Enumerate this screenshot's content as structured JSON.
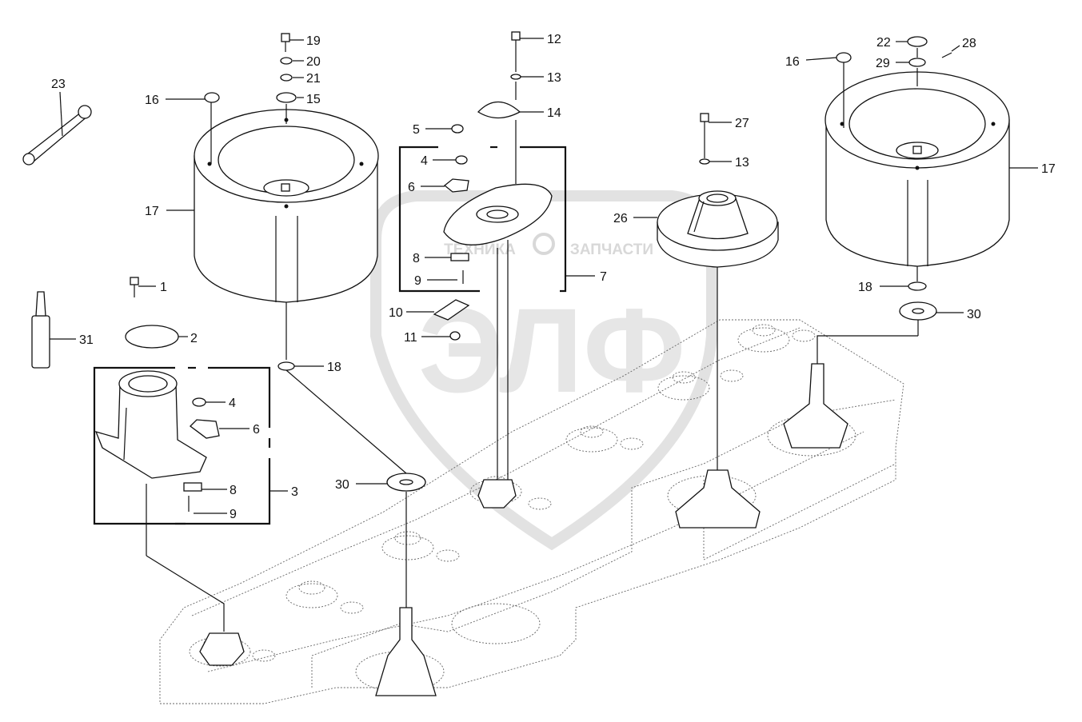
{
  "watermark": {
    "logo_letters": "ЭЛФ",
    "word_left": "ТЕХНИКА",
    "word_right": "ЗАПЧАСТИ"
  },
  "callouts": [
    {
      "id": "c19",
      "text": "19"
    },
    {
      "id": "c20",
      "text": "20"
    },
    {
      "id": "c21",
      "text": "21"
    },
    {
      "id": "c15",
      "text": "15"
    },
    {
      "id": "c16a",
      "text": "16"
    },
    {
      "id": "c17a",
      "text": "17"
    },
    {
      "id": "c23",
      "text": "23"
    },
    {
      "id": "c1",
      "text": "1"
    },
    {
      "id": "c2",
      "text": "2"
    },
    {
      "id": "c31",
      "text": "31"
    },
    {
      "id": "c4a",
      "text": "4"
    },
    {
      "id": "c6a",
      "text": "6"
    },
    {
      "id": "c8a",
      "text": "8"
    },
    {
      "id": "c3",
      "text": "3"
    },
    {
      "id": "c9a",
      "text": "9"
    },
    {
      "id": "c18a",
      "text": "18"
    },
    {
      "id": "c30a",
      "text": "30"
    },
    {
      "id": "c12",
      "text": "12"
    },
    {
      "id": "c13a",
      "text": "13"
    },
    {
      "id": "c14",
      "text": "14"
    },
    {
      "id": "c5",
      "text": "5"
    },
    {
      "id": "c4b",
      "text": "4"
    },
    {
      "id": "c6b",
      "text": "6"
    },
    {
      "id": "c8b",
      "text": "8"
    },
    {
      "id": "c9b",
      "text": "9"
    },
    {
      "id": "c7",
      "text": "7"
    },
    {
      "id": "c10",
      "text": "10"
    },
    {
      "id": "c11",
      "text": "11"
    },
    {
      "id": "c27",
      "text": "27"
    },
    {
      "id": "c13b",
      "text": "13"
    },
    {
      "id": "c26",
      "text": "26"
    },
    {
      "id": "c22",
      "text": "22"
    },
    {
      "id": "c28",
      "text": "28"
    },
    {
      "id": "c16b",
      "text": "16"
    },
    {
      "id": "c29",
      "text": "29"
    },
    {
      "id": "c17b",
      "text": "17"
    },
    {
      "id": "c18b",
      "text": "18"
    },
    {
      "id": "c30b",
      "text": "30"
    }
  ]
}
